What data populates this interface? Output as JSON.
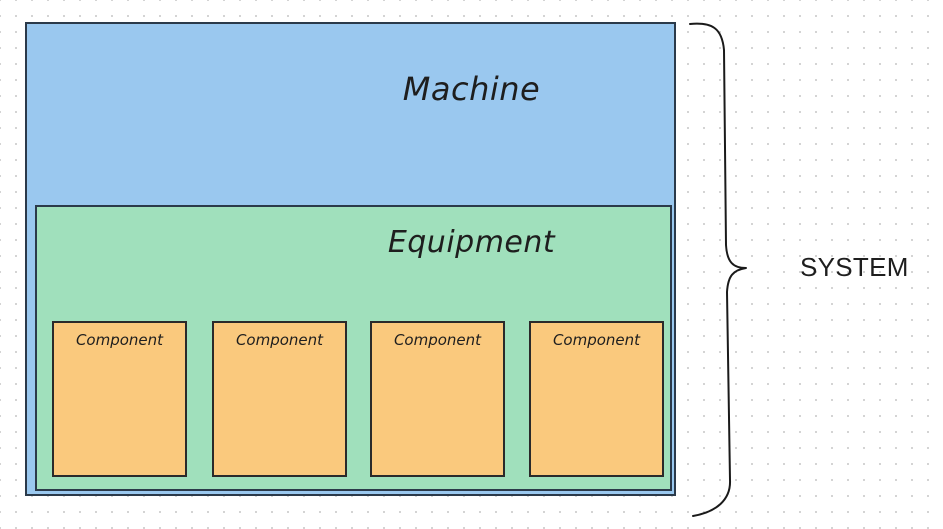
{
  "diagram": {
    "machine_label": "Machine",
    "equipment_label": "Equipment",
    "components": [
      {
        "label": "Component"
      },
      {
        "label": "Component"
      },
      {
        "label": "Component"
      },
      {
        "label": "Component"
      }
    ],
    "system_label": "SYSTEM"
  },
  "colors": {
    "machine_fill": "#9ac8ef",
    "equipment_fill": "#a0e0bc",
    "component_fill": "#fac97d",
    "stroke": "#2b3a4a"
  }
}
